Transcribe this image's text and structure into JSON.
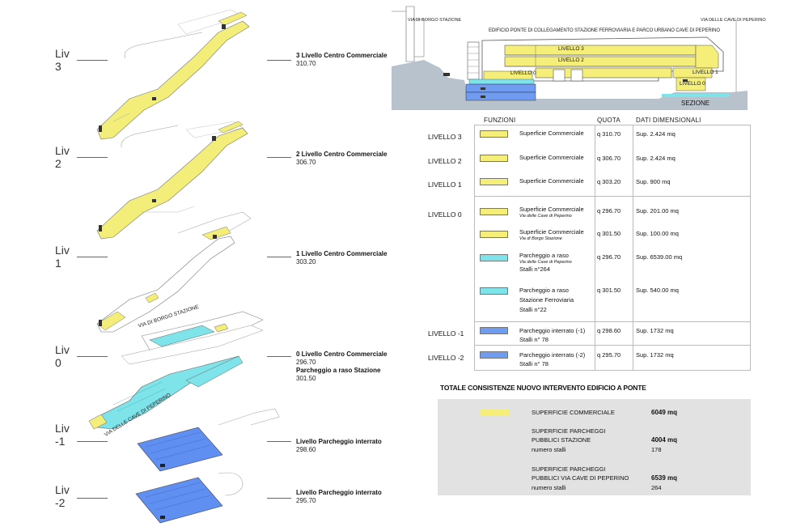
{
  "levels_left": [
    {
      "liv": "Liv",
      "num": "3",
      "title": "3 Livello Centro Commerciale",
      "quota": "310.70"
    },
    {
      "liv": "Liv",
      "num": "2",
      "title": "2 Livello Centro Commerciale",
      "quota": "306.70"
    },
    {
      "liv": "Liv",
      "num": "1",
      "title": "1 Livello  Centro Commerciale",
      "quota": "303.20"
    },
    {
      "liv": "Liv",
      "num": "0",
      "title": "0 Livello Centro Commerciale",
      "quota": "296.70",
      "title2": "Parcheggio a raso Stazione",
      "quota2": "301.50"
    },
    {
      "liv": "Liv",
      "num": "-1",
      "title": "Livello Parcheggio interrato",
      "quota": "298.60"
    },
    {
      "liv": "Liv",
      "num": "-2",
      "title": "Livello Parcheggio interrato",
      "quota": "295.70"
    }
  ],
  "plan_labels": {
    "borgo": "VIA DI BORGO STAZIONE",
    "peperino": "VIA DELLE CAVE DI PEPERINO"
  },
  "section": {
    "title": "EDIFICIO PONTE DI COLLEGAMENTO STAZIONE FERROVIARIA E PARCO URBANO CAVE DI PEPERINO",
    "left_street": "VIA DI BORGO STAZIONE",
    "right_street": "VIA DELLE CAVE DI PEPERINO",
    "l3": "LIVELLO 3",
    "l2": "LIVELLO 2",
    "l1": "LIVELLO 1",
    "l0a": "LIVELLO 0",
    "l0b": "LIVELLO 0",
    "caption": "SEZIONE"
  },
  "table": {
    "headers": {
      "funzioni": "FUNZIONI",
      "quota": "QUOTA",
      "dati": "DATI DIMENSIONALI"
    },
    "rows": [
      {
        "level": "LIVELLO 3",
        "func": "Superficie Commerciale",
        "sub": "",
        "extra": "",
        "quota": "q 310.70",
        "dim": "Sup. 2.424 mq",
        "color": "#f5ef7a"
      },
      {
        "level": "LIVELLO 2",
        "func": "Superficie Commerciale",
        "sub": "",
        "extra": "",
        "quota": "q 306.70",
        "dim": "Sup. 2.424 mq",
        "color": "#f5ef7a"
      },
      {
        "level": "LIVELLO 1",
        "func": "Superficie Commerciale",
        "sub": "",
        "extra": "",
        "quota": "q 303.20",
        "dim": "Sup. 900 mq",
        "color": "#f5ef7a"
      },
      {
        "level": "LIVELLO 0",
        "func": "Superficie Commerciale",
        "sub": "Via delle Cave di Peperino",
        "extra": "",
        "quota": "q 296.70",
        "dim": "Sup. 201.00  mq",
        "color": "#f5ef7a"
      },
      {
        "level": "",
        "func": "Superficie Commerciale",
        "sub": "Via di Borgo Stazione",
        "extra": "",
        "quota": "q 301.50",
        "dim": "Sup.  100.00  mq",
        "color": "#f5ef7a"
      },
      {
        "level": "",
        "func": "Parcheggio a raso",
        "sub": "Via delle Cave di Peperino",
        "extra": "Stalli n°264",
        "quota": "q 296.70",
        "dim": "Sup.  6539.00 mq",
        "color": "#7fe3ea"
      },
      {
        "level": "",
        "func": "Parcheggio a raso",
        "sub": "",
        "extra": "Stazione Ferroviaria",
        "extra2": "Stalli n°22",
        "quota": "q 301.50",
        "dim": "Sup. 540.00 mq",
        "color": "#7fe3ea"
      },
      {
        "level": "LIVELLO -1",
        "func": "Parcheggio interrato (-1)",
        "sub": "",
        "extra": "Stalli n°  78",
        "quota": "q 298.60",
        "dim": "Sup. 1732 mq",
        "color": "#6f9bf0"
      },
      {
        "level": "LIVELLO -2",
        "func": "Parcheggio interrato (-2)",
        "sub": "",
        "extra": "Stalli n°  78",
        "quota": "q 295.70",
        "dim": "Sup. 1732 mq",
        "color": "#6f9bf0"
      }
    ]
  },
  "totals": {
    "title": "TOTALE CONSISTENZE NUOVO INTERVENTO  EDIFICIO A PONTE",
    "comm_label": "SUPERFICIE COMMERCIALE",
    "comm_value": "6049 mq",
    "p1_line1": "SUPERFICIE PARCHEGGI",
    "p1_line2": "PUBBLICI STAZIONE",
    "p1_value": "4004 mq",
    "p1_line3": "numero stalli",
    "p1_stalli": "178",
    "p2_line1": "SUPERFICIE PARCHEGGI",
    "p2_line2": "PUBBLICI   VIA CAVE DI PEPERINO",
    "p2_value": "6539 mq",
    "p2_line3": "numero stalli",
    "p2_stalli": "264"
  },
  "colors": {
    "commercial": "#f5ef7a",
    "surface_parking": "#7fe3ea",
    "underground_parking": "#6f9bf0",
    "gray_box": "#e2e2e2"
  }
}
